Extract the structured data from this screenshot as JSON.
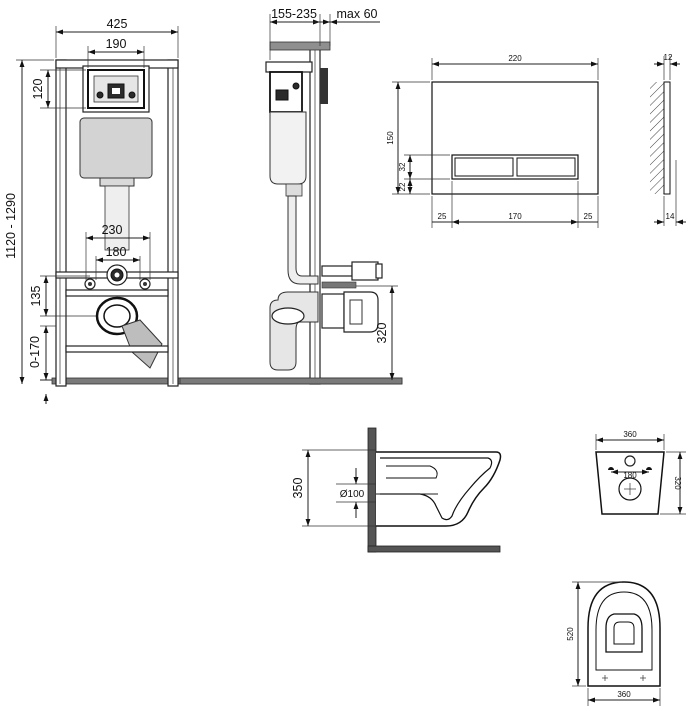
{
  "frame_front": {
    "width": "425",
    "panel_width": "190",
    "panel_height": "120",
    "height_range": "1120 - 1290",
    "fixing_spacing_outer": "230",
    "fixing_spacing_inner": "180",
    "drain_height": "135",
    "leg_adjust": "0-170"
  },
  "frame_side": {
    "depth_range": "155-235",
    "max_wall": "max 60",
    "drain_center": "320"
  },
  "flush_plate": {
    "width": "220",
    "height": "150",
    "button_height": "32",
    "bottom_offset": "22",
    "left_margin": "25",
    "button_width": "170",
    "right_margin": "25",
    "thickness_top": "12",
    "thickness_bottom": "14"
  },
  "bowl_side": {
    "height": "350",
    "outlet_diameter": "Ø100"
  },
  "bowl_back": {
    "width": "360",
    "height": "320",
    "fixing_spacing": "180"
  },
  "bowl_top": {
    "length": "520",
    "width": "360"
  }
}
